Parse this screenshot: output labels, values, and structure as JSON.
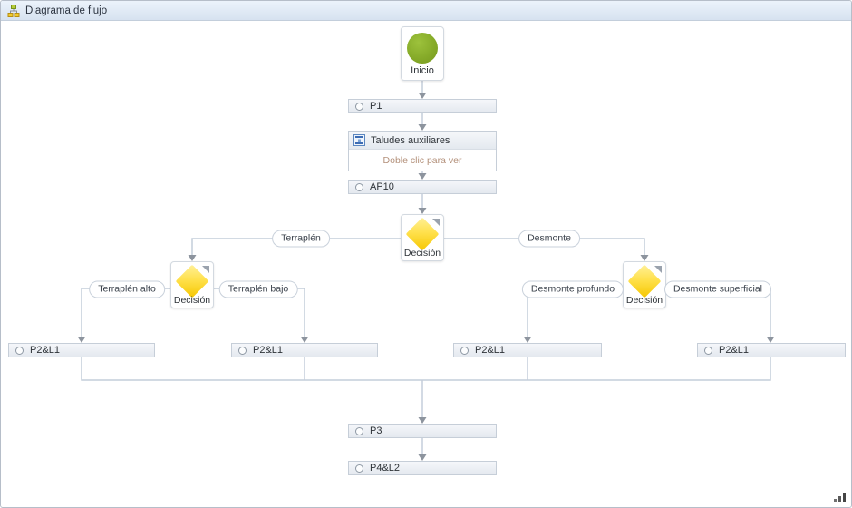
{
  "window": {
    "title": "Diagrama de flujo"
  },
  "nodes": {
    "inicio": {
      "label": "Inicio"
    },
    "p1": {
      "label": "P1"
    },
    "taludes_auxiliares": {
      "label": "Taludes auxiliares",
      "hint": "Doble clic para ver"
    },
    "ap10": {
      "label": "AP10"
    },
    "decision_main": {
      "label": "Decisión"
    },
    "decision_terraplen": {
      "label": "Decisión"
    },
    "decision_desmonte": {
      "label": "Decisión"
    },
    "p2l1_terraplen_alto": {
      "label": "P2&L1"
    },
    "p2l1_terraplen_bajo": {
      "label": "P2&L1"
    },
    "p2l1_desmonte_profundo": {
      "label": "P2&L1"
    },
    "p2l1_desmonte_superficial": {
      "label": "P2&L1"
    },
    "p3": {
      "label": "P3"
    },
    "p4l2": {
      "label": "P4&L2"
    }
  },
  "branches": {
    "terraplen": "Terraplén",
    "desmonte": "Desmonte",
    "terraplen_alto": "Terraplén alto",
    "terraplen_bajo": "Terraplén bajo",
    "desmonte_profundo": "Desmonte profundo",
    "desmonte_superficial": "Desmonte superficial"
  },
  "colors": {
    "start_green": "#86ab29",
    "decision_yellow": "#f6c700",
    "connector_line": "#c4cdda",
    "arrowhead": "#8d949e",
    "hint_text": "#b3907a",
    "titlebar_top": "#ecf3fb",
    "titlebar_bottom": "#d7e2f0"
  }
}
